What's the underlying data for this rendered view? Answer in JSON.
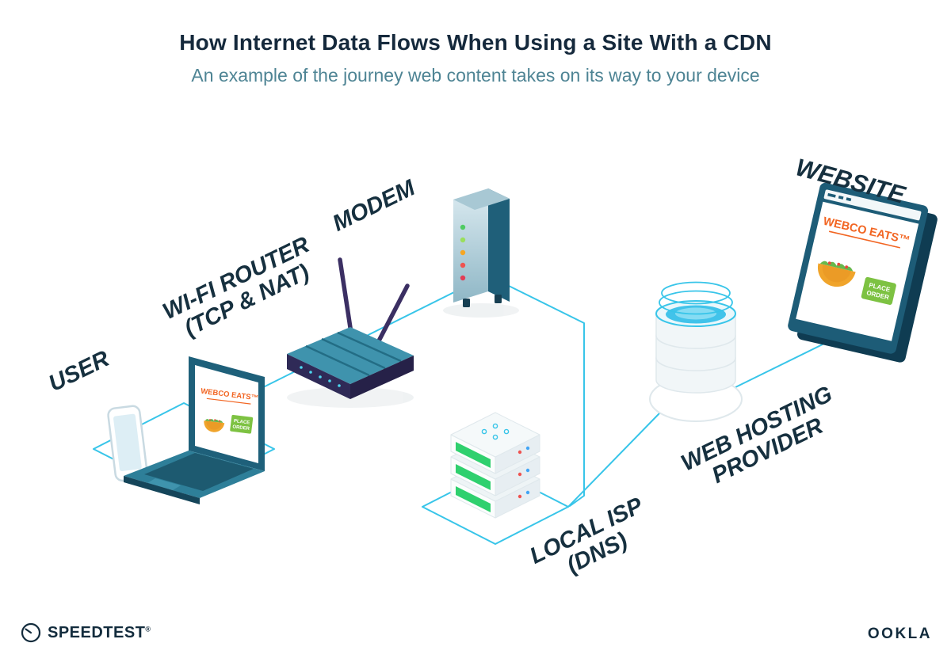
{
  "header": {
    "title": "How Internet Data Flows When Using a Site With a CDN",
    "subtitle": "An example of the journey web content takes on its way to your device"
  },
  "labels": {
    "user": "USER",
    "wifi_router": [
      "WI-FI ROUTER",
      "(TCP & NAT)"
    ],
    "modem": "MODEM",
    "website": "WEBSITE",
    "web_hosting": [
      "WEB HOSTING",
      "PROVIDER"
    ],
    "local_isp": [
      "LOCAL ISP",
      "(DNS)"
    ]
  },
  "website_mock": {
    "brand": "WEBCO EATS™",
    "cta_line1": "PLACE",
    "cta_line2": "ORDER"
  },
  "laptop_mock": {
    "brand": "WEBCO EATS™",
    "cta_line1": "PLACE",
    "cta_line2": "ORDER"
  },
  "footer": {
    "speedtest_label": "SPEEDTEST",
    "speedtest_mark": "®",
    "ookla_label": "OOKLA"
  },
  "colors": {
    "line_cyan": "#38c5e9",
    "title_navy": "#15293c",
    "subtitle_teal": "#4e8494",
    "brand_orange": "#f26522",
    "cta_green": "#7dc242",
    "modem_leds": [
      "#4fcb63",
      "#9adf5c",
      "#f5a623",
      "#ef5350",
      "#e23d55"
    ]
  }
}
